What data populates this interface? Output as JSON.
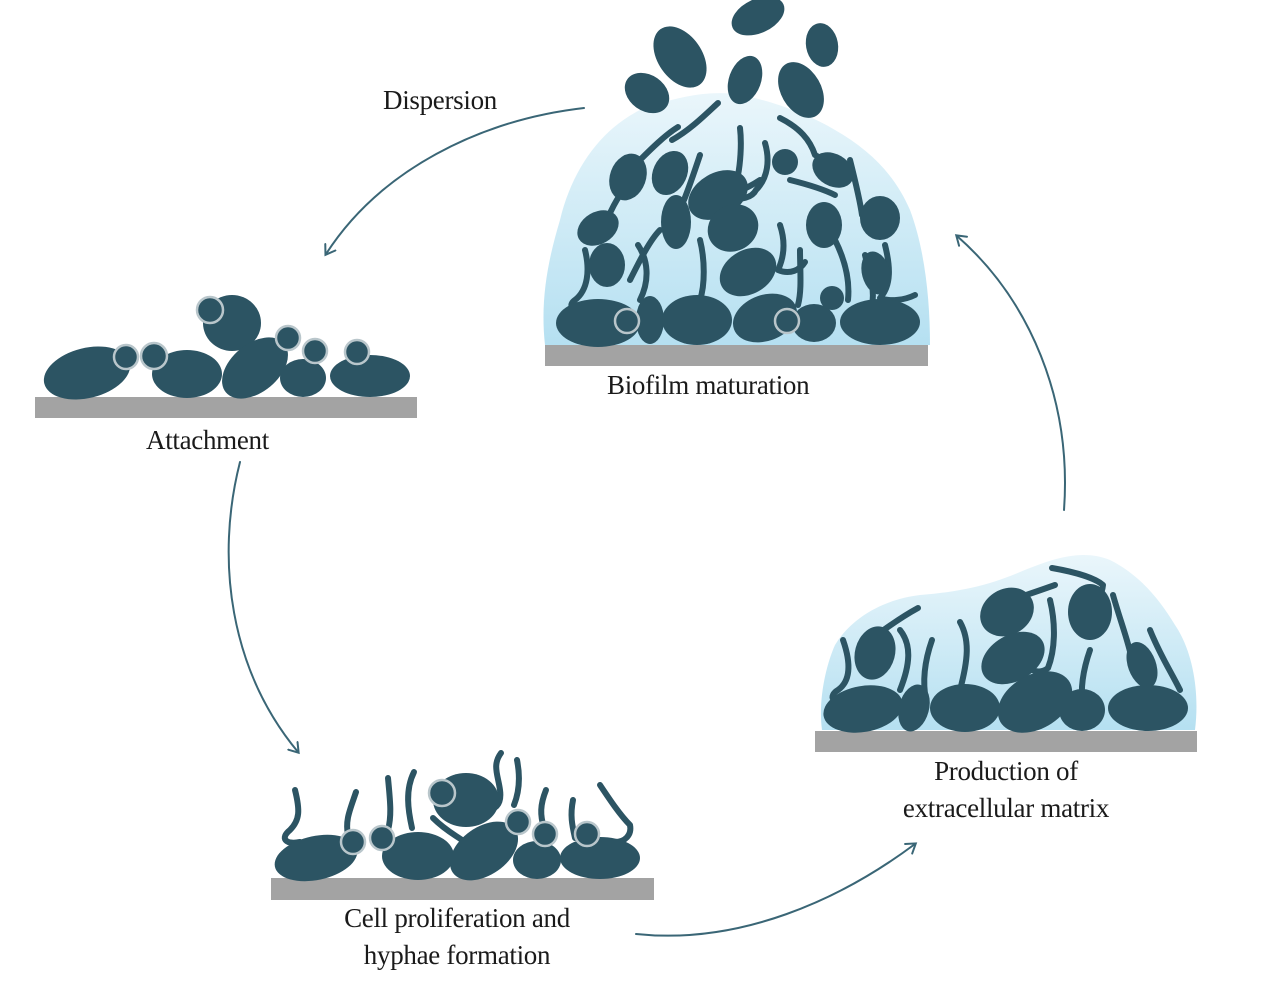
{
  "title": "Candida biofilm formation cycle",
  "colors": {
    "cell": "#2c5463",
    "substrate": "#a3a3a3",
    "matrix_top": "#e8f5fb",
    "matrix_bottom": "#b7e2f2",
    "arrow": "#3a6676",
    "text": "#1a1a1a"
  },
  "stages": [
    {
      "id": "attachment",
      "label_lines": [
        "Attachment"
      ]
    },
    {
      "id": "proliferation",
      "label_lines": [
        "Cell proliferation and",
        "hyphae formation"
      ]
    },
    {
      "id": "matrix",
      "label_lines": [
        "Production of",
        "extracellular matrix"
      ]
    },
    {
      "id": "maturation",
      "label_lines": [
        "Biofilm maturation"
      ]
    }
  ],
  "transitions": [
    {
      "from": "attachment",
      "to": "proliferation",
      "label": ""
    },
    {
      "from": "proliferation",
      "to": "matrix",
      "label": ""
    },
    {
      "from": "matrix",
      "to": "maturation",
      "label": ""
    },
    {
      "from": "maturation",
      "to": "attachment",
      "label": "Dispersion"
    }
  ]
}
